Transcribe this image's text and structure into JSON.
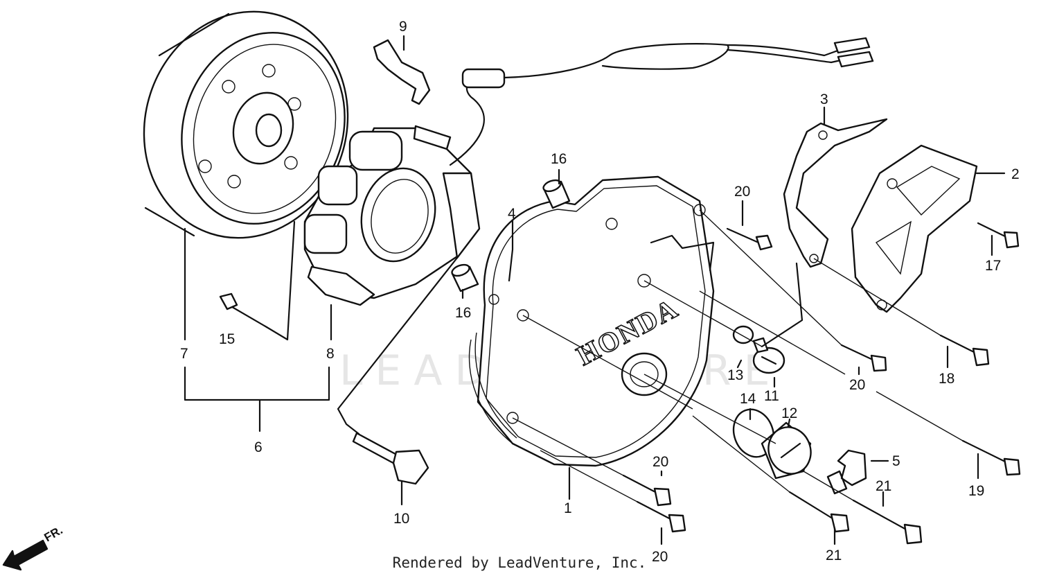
{
  "watermark": "LEADVENTURE",
  "logo_text": "HONDA",
  "direction_label": "FR.",
  "footer": "Rendered by LeadVenture, Inc.",
  "callouts": {
    "c1": "1",
    "c2": "2",
    "c3": "3",
    "c4": "4",
    "c5": "5",
    "c6": "6",
    "c7": "7",
    "c8": "8",
    "c9": "9",
    "c10": "10",
    "c11": "11",
    "c12": "12",
    "c13": "13",
    "c14": "14",
    "c15": "15",
    "c16a": "16",
    "c16b": "16",
    "c17": "17",
    "c18": "18",
    "c19": "19",
    "c20a": "20",
    "c20b": "20",
    "c20c": "20",
    "c20d": "20",
    "c21a": "21",
    "c21b": "21"
  }
}
